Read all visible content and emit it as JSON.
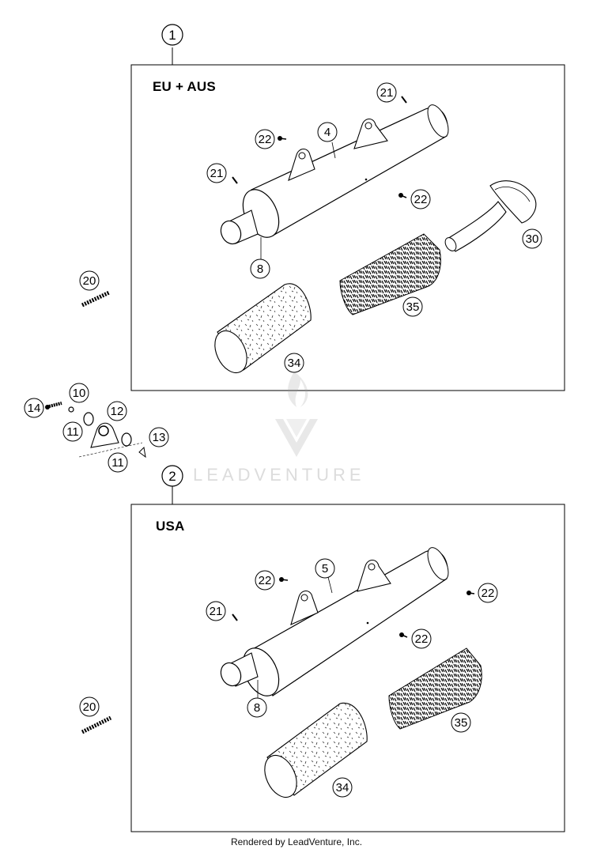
{
  "groups": [
    {
      "id": "1",
      "label": "EU + AUS"
    },
    {
      "id": "2",
      "label": "USA"
    }
  ],
  "callouts_top": [
    "21",
    "22",
    "4",
    "21",
    "22",
    "8",
    "30",
    "35",
    "34",
    "20"
  ],
  "callouts_hw": [
    "14",
    "10",
    "12",
    "11",
    "13",
    "11"
  ],
  "callouts_bottom": [
    "22",
    "5",
    "22",
    "21",
    "22",
    "8",
    "35",
    "34",
    "20"
  ],
  "watermark": "LEADVENTURE",
  "footer": "Rendered by LeadVenture, Inc."
}
